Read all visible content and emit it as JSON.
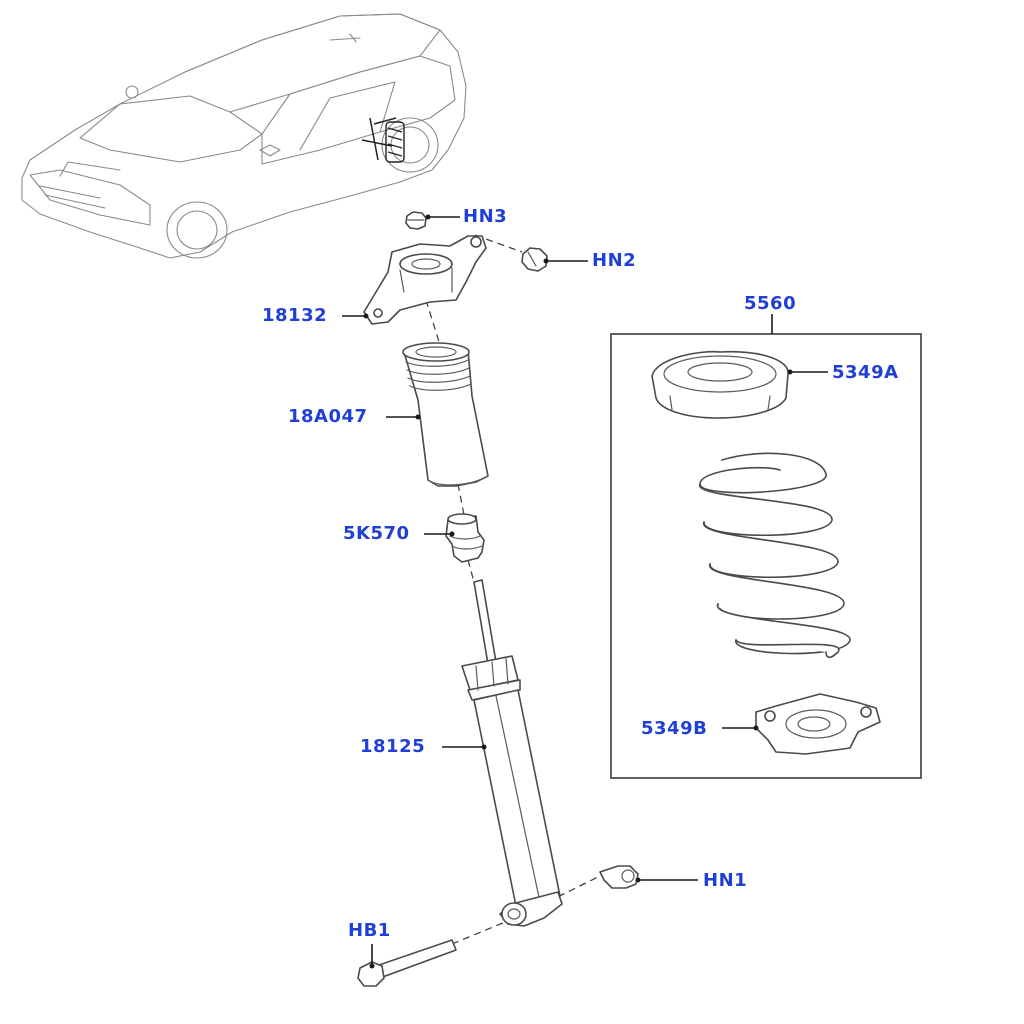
{
  "diagram": {
    "label_color": "#1f3fd6",
    "line_color": "#4a4a4a",
    "callouts": {
      "hn3": "HN3",
      "hn2": "HN2",
      "c18132": "18132",
      "c18a047": "18A047",
      "c5k570": "5K570",
      "c18125": "18125",
      "hn1": "HN1",
      "hb1": "HB1",
      "c5560": "5560",
      "c5349a": "5349A",
      "c5349b": "5349B"
    }
  }
}
